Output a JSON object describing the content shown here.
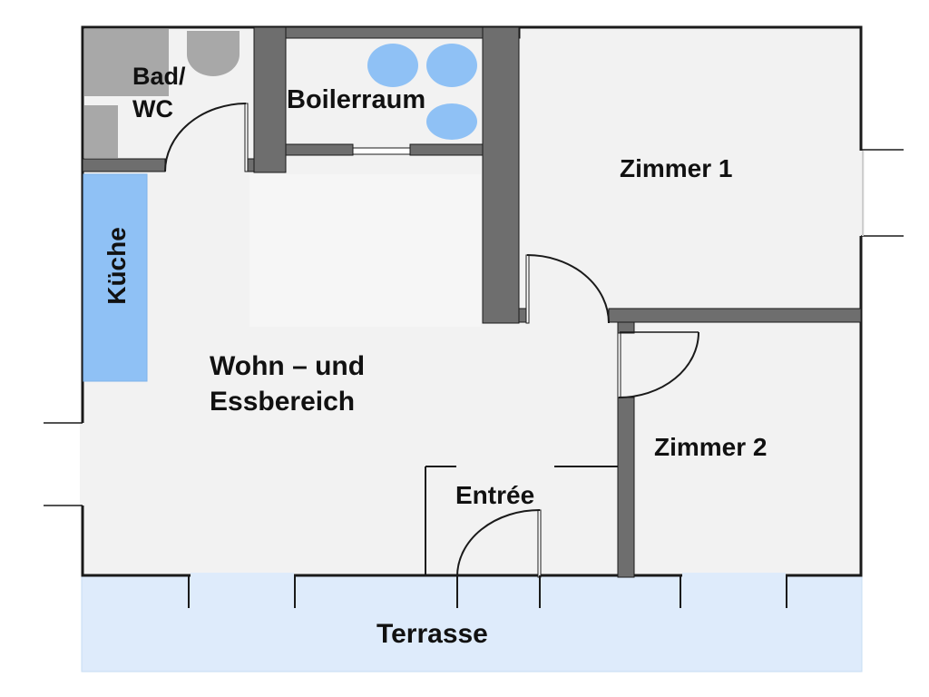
{
  "rooms": {
    "bad_line1": "Bad/",
    "bad_line2": "WC",
    "boilerraum": "Boilerraum",
    "zimmer1": "Zimmer 1",
    "zimmer2": "Zimmer 2",
    "kueche": "Küche",
    "wohn_line1": "Wohn – und",
    "wohn_line2": "Essbereich",
    "entree": "Entrée",
    "terrasse": "Terrasse"
  },
  "colors": {
    "floor": "#f2f2f2",
    "outline": "#1a1a1a",
    "wall": "#6e6e6e",
    "fixture": "#a8a8a8",
    "kitchen": "#8fc1f5",
    "boiler": "#8fc1f5",
    "terrace": "#deebfb"
  }
}
